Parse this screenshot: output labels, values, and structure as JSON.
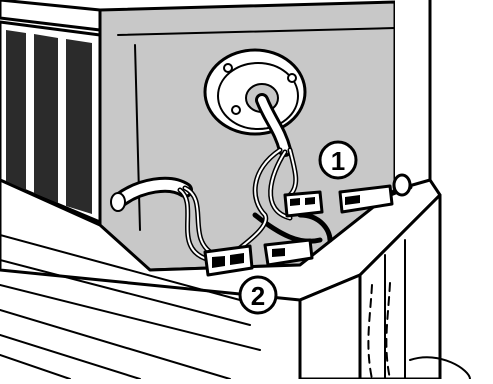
{
  "callouts": [
    {
      "label": "1",
      "meaning": "connector-pair-1"
    },
    {
      "label": "2",
      "meaning": "connector-pair-2"
    }
  ],
  "colors": {
    "line": "#000000",
    "wall_gray": "#c8c8c8",
    "white": "#ffffff",
    "vent_dark": "#2b2b2b"
  }
}
